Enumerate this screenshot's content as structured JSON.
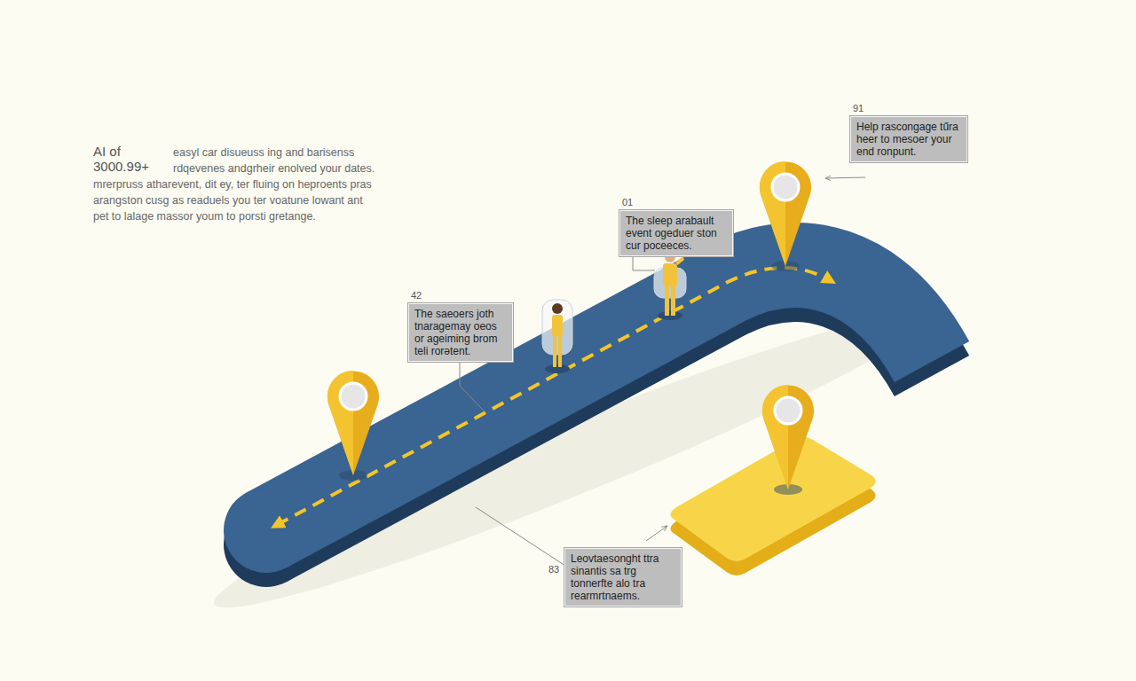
{
  "diagram": {
    "nodes": [
      {
        "text": [
          "91",
          "Help rascongage tűra heer to mesoer your end ronpunt."
        ]
      },
      {
        "text": [
          "01",
          "The sleep arabault event ogeduer ston cur poceeces."
        ]
      },
      {
        "text": [
          "42",
          "The saeoers joth tnaragemay oeos or ageiming brom teli rorətent."
        ]
      },
      {
        "text": [
          "83",
          "Leovtaesonght ttra sinantis sa trg tonnerfte alo tra rearmrtnaems."
        ]
      }
    ],
    "labels": [
      "AI of 3000.99+",
      "easyl car disueuss ing and barisenss rdqevenes andgrheir enolved your dates. mrerpruss atharevent, dit ey, ter fluing on heproents pras arangston cusg as readuels you ter voatune lowant ant pet to lalage massor youm to porsti gretange."
    ]
  }
}
